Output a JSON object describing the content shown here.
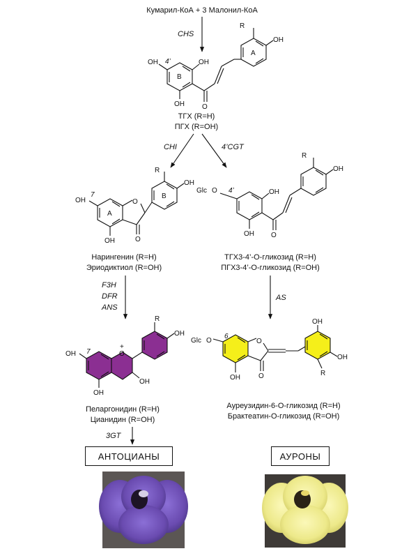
{
  "start": {
    "substrates": "Кумарил-КоА + 3 Малонил-КоА"
  },
  "enzymes": {
    "chs": "CHS",
    "chi": "CHI",
    "cgt": "4’CGT",
    "f3h": "F3H",
    "dfr": "DFR",
    "ans": "ANS",
    "as": "AS",
    "gt3": "3GT"
  },
  "chalcone": {
    "name_1": "ТГХ (R=H)",
    "name_2": "ПГХ (R=OH)"
  },
  "flavanone": {
    "name_1": "Нарингенин (R=H)",
    "name_2": "Эриодиктиол (R=OH)"
  },
  "glucoside": {
    "name_1": "ТГХ3-4’-О-гликозид (R=H)",
    "name_2": "ПГХ3-4’-О-гликозид (R=OH)"
  },
  "anthocyanidin": {
    "name_1": "Пеларгонидин (R=H)",
    "name_2": "Цианидин (R=OH)"
  },
  "aurone": {
    "name_1": "Ауреузидин-6-О-гликозид (R=H)",
    "name_2": "Брактеатин-О-гликозид (R=OH)"
  },
  "atoms": {
    "oh": "OH",
    "r": "R",
    "o": "O",
    "glc": "Glc",
    "plus": "+"
  },
  "rings": {
    "a": "A",
    "b": "B"
  },
  "positions": {
    "p4": "4’",
    "p7": "7",
    "p6": "6"
  },
  "classes": {
    "anthocyanins": "АНТОЦИАНЫ",
    "aurones": "АУРОНЫ"
  },
  "colors": {
    "anthocyanin_fill": "#8B2F92",
    "aurone_fill": "#F5EF1A",
    "flower_purple": "#6C4FB5",
    "flower_yellow": "#F1EE8A"
  }
}
